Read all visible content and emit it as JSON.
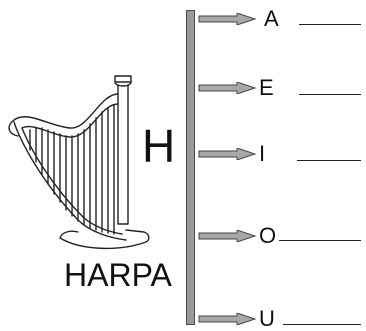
{
  "harp_word": "HARPA",
  "initial_letter": "H",
  "vowels": [
    {
      "letter": "A"
    },
    {
      "letter": "E"
    },
    {
      "letter": "I"
    },
    {
      "letter": "O"
    },
    {
      "letter": "U"
    }
  ],
  "colors": {
    "bar_fill": "#9a9a9a",
    "arrow_fill": "#a8a8a8",
    "ink": "#111111"
  },
  "icons": [
    "harp-icon",
    "arrow-right-icon"
  ]
}
